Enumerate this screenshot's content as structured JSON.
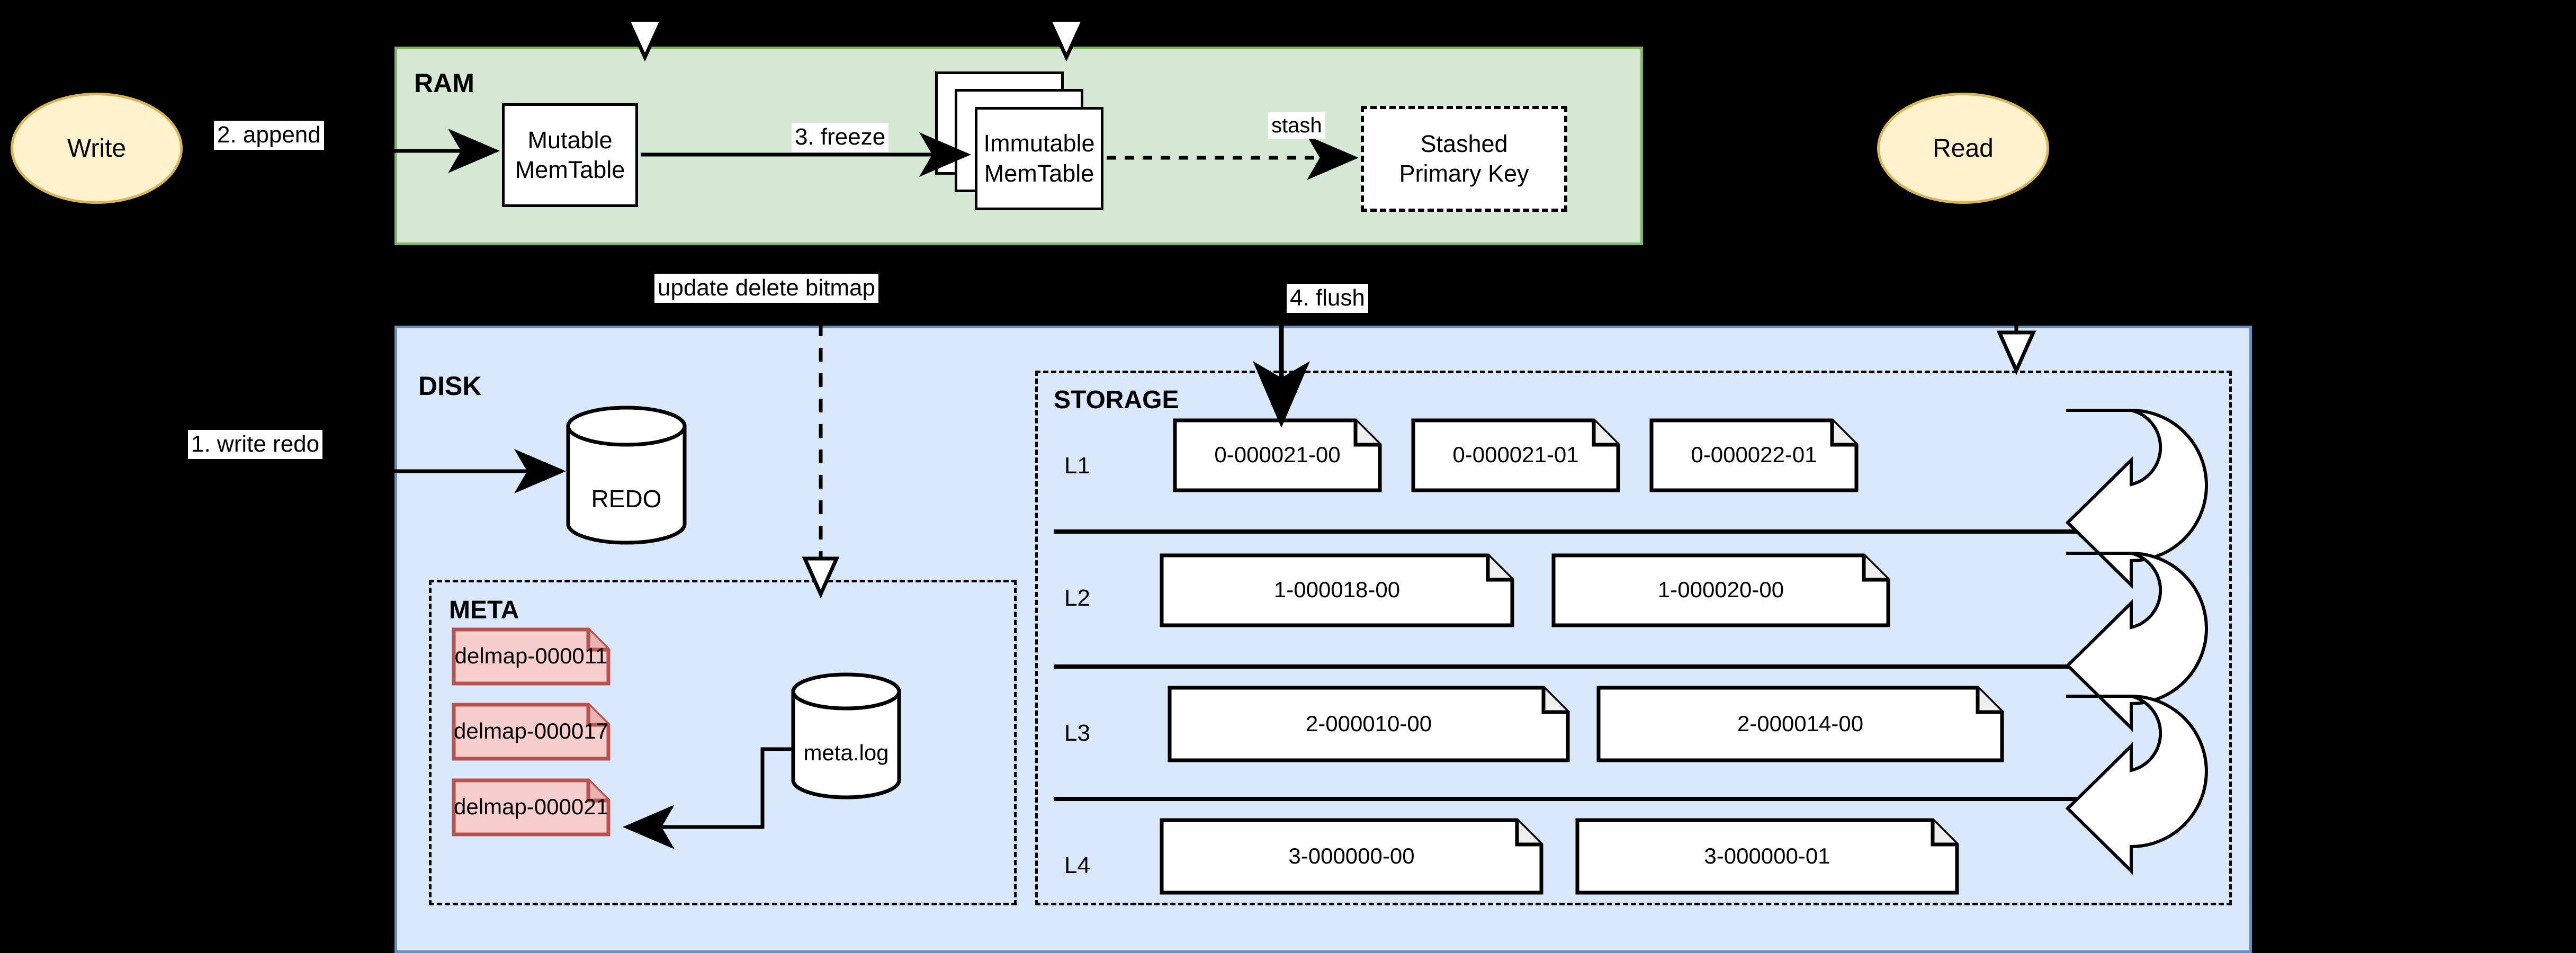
{
  "diagram": {
    "title": "LSM storage engine write/read path",
    "colors": {
      "ram_fill": "#d5e8d4",
      "ram_stroke": "#82b366",
      "disk_fill": "#dae8fc",
      "disk_stroke": "#6c8ebf",
      "terminal_fill": "#fff2cc",
      "terminal_stroke": "#d6b656",
      "delmap_fill": "#f8cecc",
      "delmap_stroke": "#b85450",
      "file_fill": "#ffffff",
      "file_stroke": "#000000",
      "background": "#000000"
    }
  },
  "terminals": {
    "write": "Write",
    "read": "Read"
  },
  "ram": {
    "title": "RAM",
    "mutable_memtable": "Mutable\nMemTable",
    "mutable_memtable_line1": "Mutable",
    "mutable_memtable_line2": "MemTable",
    "immutable_memtable_line1": "Immutable",
    "immutable_memtable_line2": "MemTable",
    "immutable_stack_count": 3,
    "stashed_primary_key_line1": "Stashed",
    "stashed_primary_key_line2": "Primary Key"
  },
  "disk": {
    "title": "DISK",
    "redo": "REDO"
  },
  "meta": {
    "title": "META",
    "metalog": "meta.log",
    "delmaps": [
      "delmap-000011",
      "delmap-000017",
      "delmap-000021"
    ]
  },
  "storage": {
    "title": "STORAGE",
    "levels": [
      {
        "label": "L1",
        "files": [
          "0-000021-00",
          "0-000021-01",
          "0-000022-01"
        ]
      },
      {
        "label": "L2",
        "files": [
          "1-000018-00",
          "1-000020-00"
        ]
      },
      {
        "label": "L3",
        "files": [
          "2-000010-00",
          "2-000014-00"
        ]
      },
      {
        "label": "L4",
        "files": [
          "3-000000-00",
          "3-000000-01"
        ]
      }
    ],
    "compaction_arrow_count": 3
  },
  "edge_labels": {
    "append": "2. append",
    "freeze": "3. freeze",
    "stash": "stash",
    "update_delete_bitmap": "update delete bitmap",
    "flush": "4. flush",
    "write_redo": "1. write redo"
  }
}
